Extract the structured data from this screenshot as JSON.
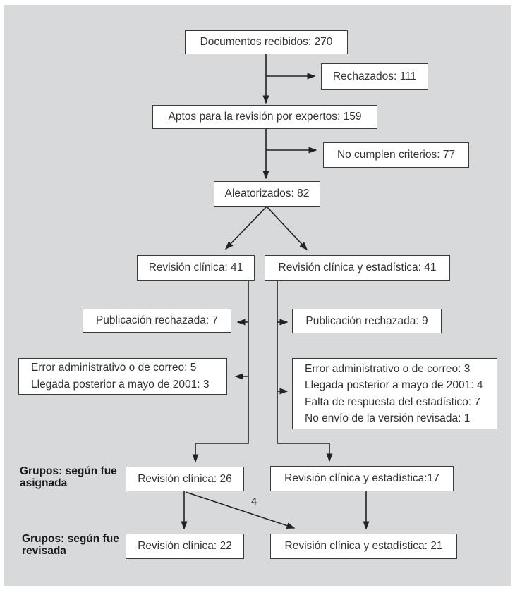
{
  "diagram": {
    "nodes": {
      "received": "Documentos recibidos: 270",
      "rejected": "Rechazados: 111",
      "eligible": "Aptos para la revisión por expertos: 159",
      "not_meeting_criteria": "No cumplen criterios: 77",
      "randomized": "Aleatorizados: 82",
      "clinical_41": "Revisión clínica: 41",
      "clinical_stat_41": "Revisión clínica y estadística: 41",
      "pub_rejected_7": "Publicación rechazada: 7",
      "pub_rejected_9": "Publicación rechazada: 9",
      "left_losses": [
        "Error administrativo o de correo: 5",
        "Llegada posterior a mayo de 2001: 3"
      ],
      "right_losses": [
        "Error administrativo o de correo: 3",
        "Llegada posterior a mayo de 2001: 4",
        "Falta de respuesta del estadístico: 7",
        "No envío de la versión revisada: 1"
      ],
      "clinical_26": "Revisión clínica: 26",
      "clinical_stat_17": "Revisión clínica y estadística:17",
      "clinical_22": "Revisión clínica: 22",
      "clinical_stat_21": "Revisión clínica y estadística: 21"
    },
    "side_labels": {
      "assigned": [
        "Grupos: según fue",
        "asignada"
      ],
      "revised": [
        "Grupos: según fue",
        "revisada"
      ]
    },
    "edge_labels": {
      "crossover": "4"
    },
    "colors": {
      "background": "#d8d9da",
      "box_fill": "#ffffff",
      "box_border": "#3a3a3a",
      "line": "#222222",
      "text": "#333333"
    }
  }
}
